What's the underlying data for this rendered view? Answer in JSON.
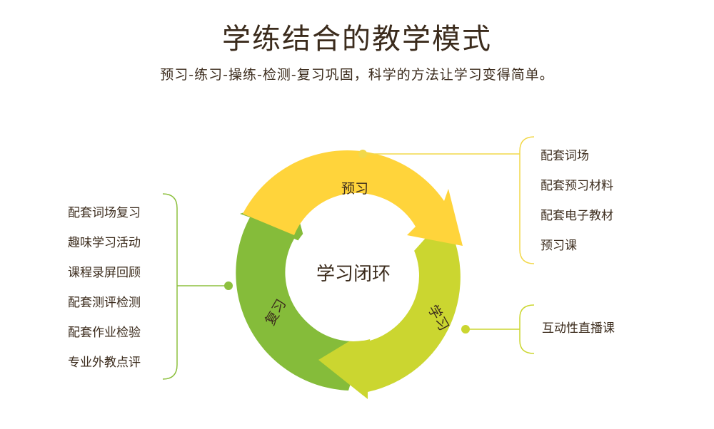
{
  "header": {
    "title": "学练结合的教学模式",
    "subtitle": "预习-练习-操练-检测-复习巩固，科学的方法让学习变得简单。"
  },
  "cycle": {
    "center": "学习闭环",
    "segments": {
      "preview": "预习",
      "learn": "学习",
      "review": "复习"
    }
  },
  "left_items": [
    "配套词场复习",
    "趣味学习活动",
    "课程录屏回顾",
    "配套测评检测",
    "配套作业检验",
    "专业外教点评"
  ],
  "right_top_items": [
    "配套词场",
    "配套预习材料",
    "配套电子教材",
    "预习课"
  ],
  "right_bottom_items": [
    "互动性直播课"
  ],
  "colors": {
    "yellow": "#FFD43B",
    "lime": "#C9D62C",
    "green": "#85BC3A",
    "bracket_left": "#8DC03E",
    "bracket_right": "#F2D84A"
  }
}
